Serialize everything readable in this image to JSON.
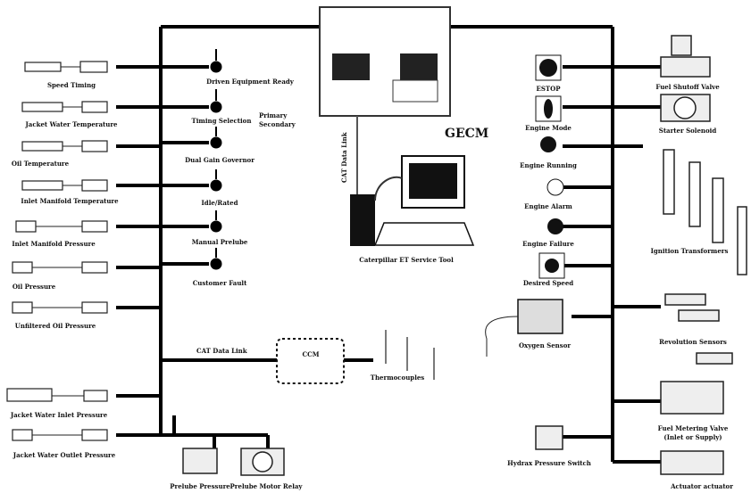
{
  "title": "GECM",
  "service_tool": "Caterpillar ET Service Tool",
  "cat_data_link_vertical": "CAT Data Link",
  "cat_data_link": "CAT Data Link",
  "ccm": "CCM",
  "thermocouples": "Thermocouples",
  "left_sensors": [
    "Speed Timing",
    "Jacket Water Temperature",
    "Oil Temperature",
    "Inlet Manifold Temperature",
    "Inlet Manifold Pressure",
    "Oil Pressure",
    "Unfiltered Oil Pressure",
    "Jacket Water Inlet Pressure",
    "Jacket Water Outlet Pressure"
  ],
  "switches": [
    "Driven Equipment Ready",
    "Timing Selection",
    "Dual Gain Governor",
    "Idle/Rated",
    "Manual Prelube",
    "Customer Fault"
  ],
  "timing_extra": "Primary",
  "timing_extra2": "Secondary",
  "right_panel": [
    "ESTOP",
    "Engine Mode",
    "Engine Running",
    "Engine Alarm",
    "Engine Failure",
    "Desired Speed"
  ],
  "oxygen_sensor": "Oxygen Sensor",
  "right_outputs": {
    "fuel_shutoff": "Fuel Shutoff Valve",
    "starter": "Starter Solenoid",
    "ignition": "Ignition Transformers",
    "revolution": "Revolution Sensors",
    "fuel_metering": "Fuel Metering Valve",
    "fuel_metering_sub": "(Inlet or Supply)",
    "actuator": "Actuator actuator"
  },
  "hydrax": "Hydrax Pressure Switch",
  "bottom": {
    "prelube_pressure": "Prelube Pressure",
    "prelube_motor": "Prelube Motor Relay"
  }
}
